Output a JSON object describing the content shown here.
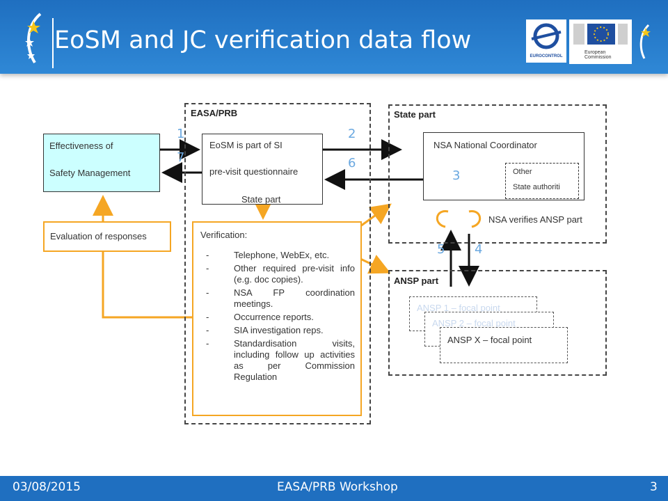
{
  "slide": {
    "title": "EoSM and JC verification data flow"
  },
  "logos": {
    "eurocontrol": "EUROCONTROL",
    "commission_line1": "European",
    "commission_line2": "Commission"
  },
  "footer": {
    "date": "03/08/2015",
    "event": "EASA/PRB Workshop",
    "page": "3"
  },
  "diagram": {
    "easa_prb_label": "EASA/PRB",
    "state_part_label": "State part",
    "ansp_part_label": "ANSP part",
    "effectiveness_line1": "Effectiveness of",
    "effectiveness_line2": "Safety Management",
    "eosm_line1": "EoSM is part of SI",
    "eosm_line2": "pre-visit questionnaire",
    "eosm_line3": "State part",
    "evaluation": "Evaluation of responses",
    "nsa_coordinator": "NSA National Coordinator",
    "other_line1": "Other",
    "other_line2": "State authoriti",
    "nsa_verifies": "NSA verifies ANSP part",
    "ansp1": "ANSP 1 – focal point",
    "ansp2": "ANSP 2 – focal point",
    "anspx": "ANSP X – focal point",
    "verification_title": "Verification:",
    "verification_items": [
      "Telephone, WebEx, etc.",
      "Other required pre-visit info (e.g. doc copies).",
      "NSA FP coordination meetings.",
      "Occurrence reports.",
      "SIA investigation reps.",
      "Standardisation visits, including follow up activities as per Commission Regulation"
    ],
    "numbers": {
      "n1": "1",
      "n2": "2",
      "n3": "3",
      "n4": "4",
      "n5": "5",
      "n6": "6",
      "n7": "7"
    }
  },
  "colors": {
    "header_blue": "#1f6fc0",
    "orange": "#f5a623",
    "cyan_box": "#ccffff",
    "number_blue": "#6aa8e0"
  }
}
